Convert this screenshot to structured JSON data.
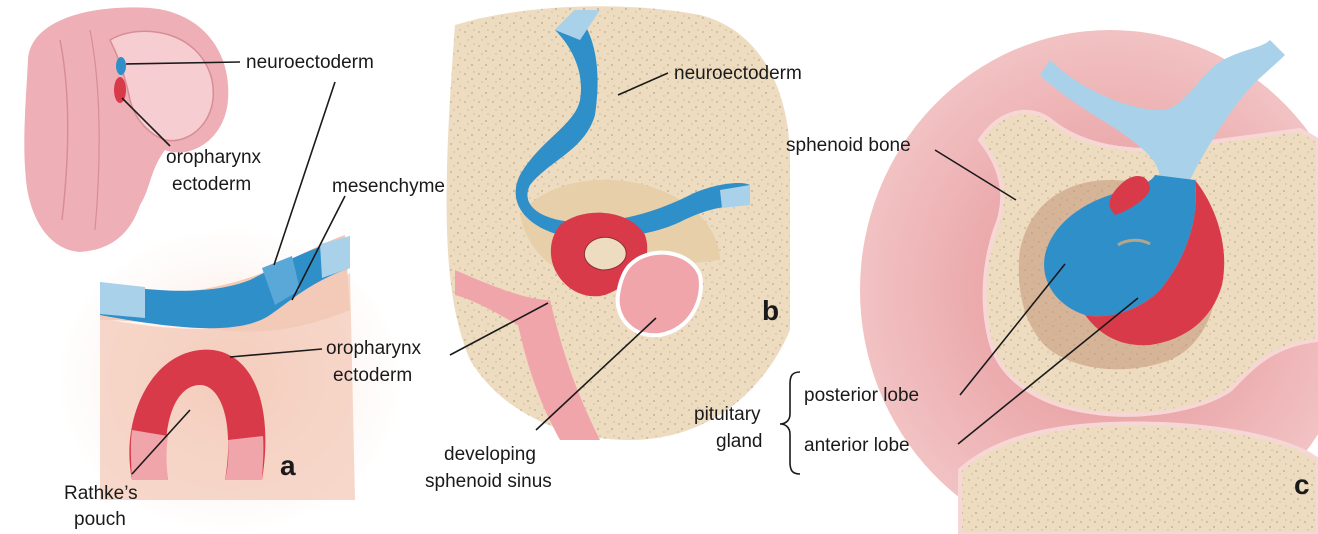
{
  "panels": {
    "a": {
      "letter": "a",
      "labels": {
        "neuroectoderm": "neuroectoderm",
        "oropharynx_ectoderm_small_1": "oropharynx",
        "oropharynx_ectoderm_small_2": "ectoderm",
        "mesenchyme": "mesenchyme",
        "oropharynx_ectoderm_1": "oropharynx",
        "oropharynx_ectoderm_2": "ectoderm",
        "rathkes_pouch_1": "Rathke’s",
        "rathkes_pouch_2": "pouch"
      }
    },
    "b": {
      "letter": "b",
      "labels": {
        "neuroectoderm": "neuroectoderm",
        "developing_sphenoid_sinus_1": "developing",
        "developing_sphenoid_sinus_2": "sphenoid sinus"
      }
    },
    "c": {
      "letter": "c",
      "labels": {
        "sphenoid_bone": "sphenoid bone",
        "pituitary_gland_1": "pituitary",
        "pituitary_gland_2": "gland",
        "posterior_lobe": "posterior lobe",
        "anterior_lobe": "anterior lobe"
      }
    }
  },
  "colors": {
    "neuroectoderm": "#2f8fc9",
    "neuroectoderm_light": "#a9d2ea",
    "oropharynx_ectoderm": "#d93a4a",
    "oropharynx_light": "#f0a5ab",
    "mesenchyme": "#f3c9b8",
    "bone": "#eedcc0",
    "bone_speckle": "#c9b79a",
    "soft_tissue": "#e9a7a9",
    "embryo": "#eeb0b6"
  }
}
